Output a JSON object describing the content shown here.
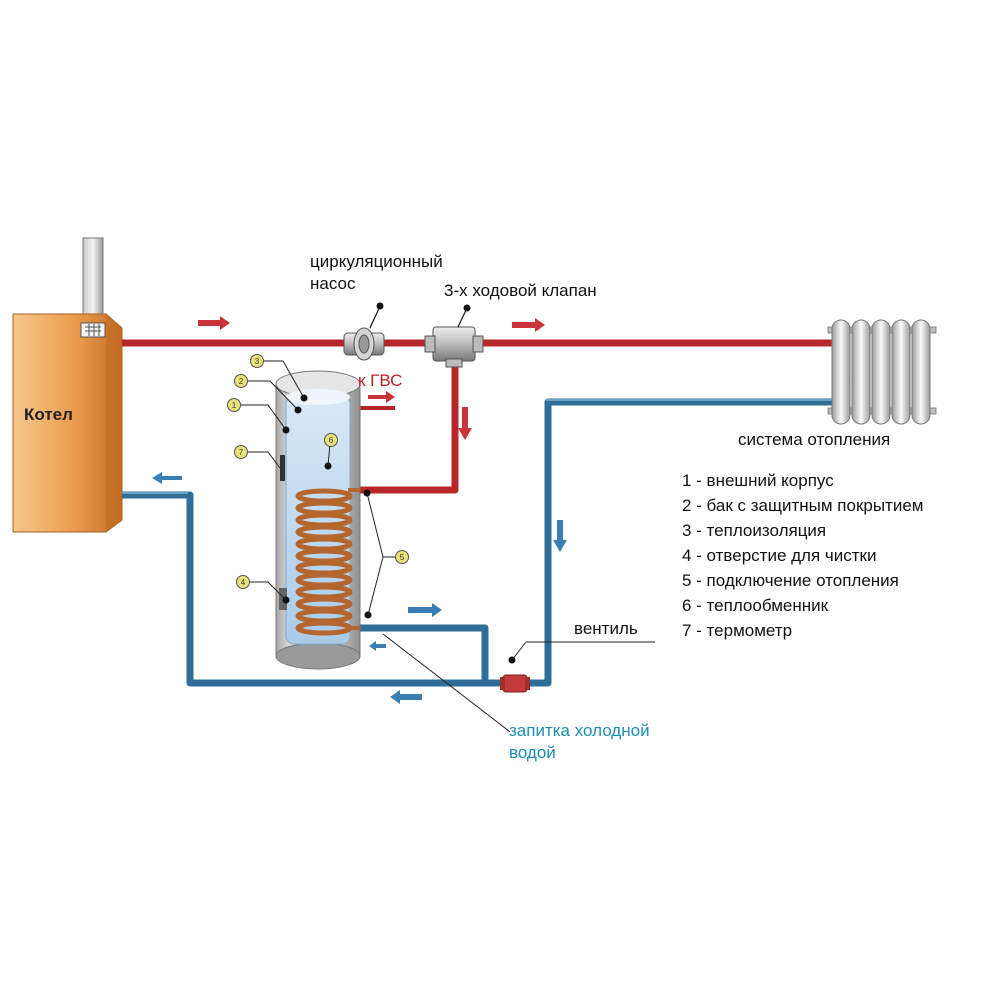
{
  "labels": {
    "boiler": "Котел",
    "pump": "циркуляционный\nнасос",
    "valve3": "3-х ходовой клапан",
    "hot_water": "к ГВС",
    "heating_system": "система отопления",
    "valve": "вентиль",
    "cold_water": "запитка холодной\nводой"
  },
  "legend": [
    "1 - внешний корпус",
    "2 - бак с защитным покрытием",
    "3 - теплоизоляция",
    "4 - отверстие для чистки",
    "5 - подключение отопления",
    "6 - теплообменник",
    "7 - термометр"
  ],
  "callouts": [
    "3",
    "2",
    "1",
    "7",
    "6",
    "4",
    "5"
  ],
  "colors": {
    "hot_pipe": "#b8282a",
    "cold_pipe": "#2e6e99",
    "boiler": "#e59a4e",
    "coil": "#b5662e",
    "callout_fill": "#e8e27a",
    "cold_water_text": "#1a8fb0"
  }
}
